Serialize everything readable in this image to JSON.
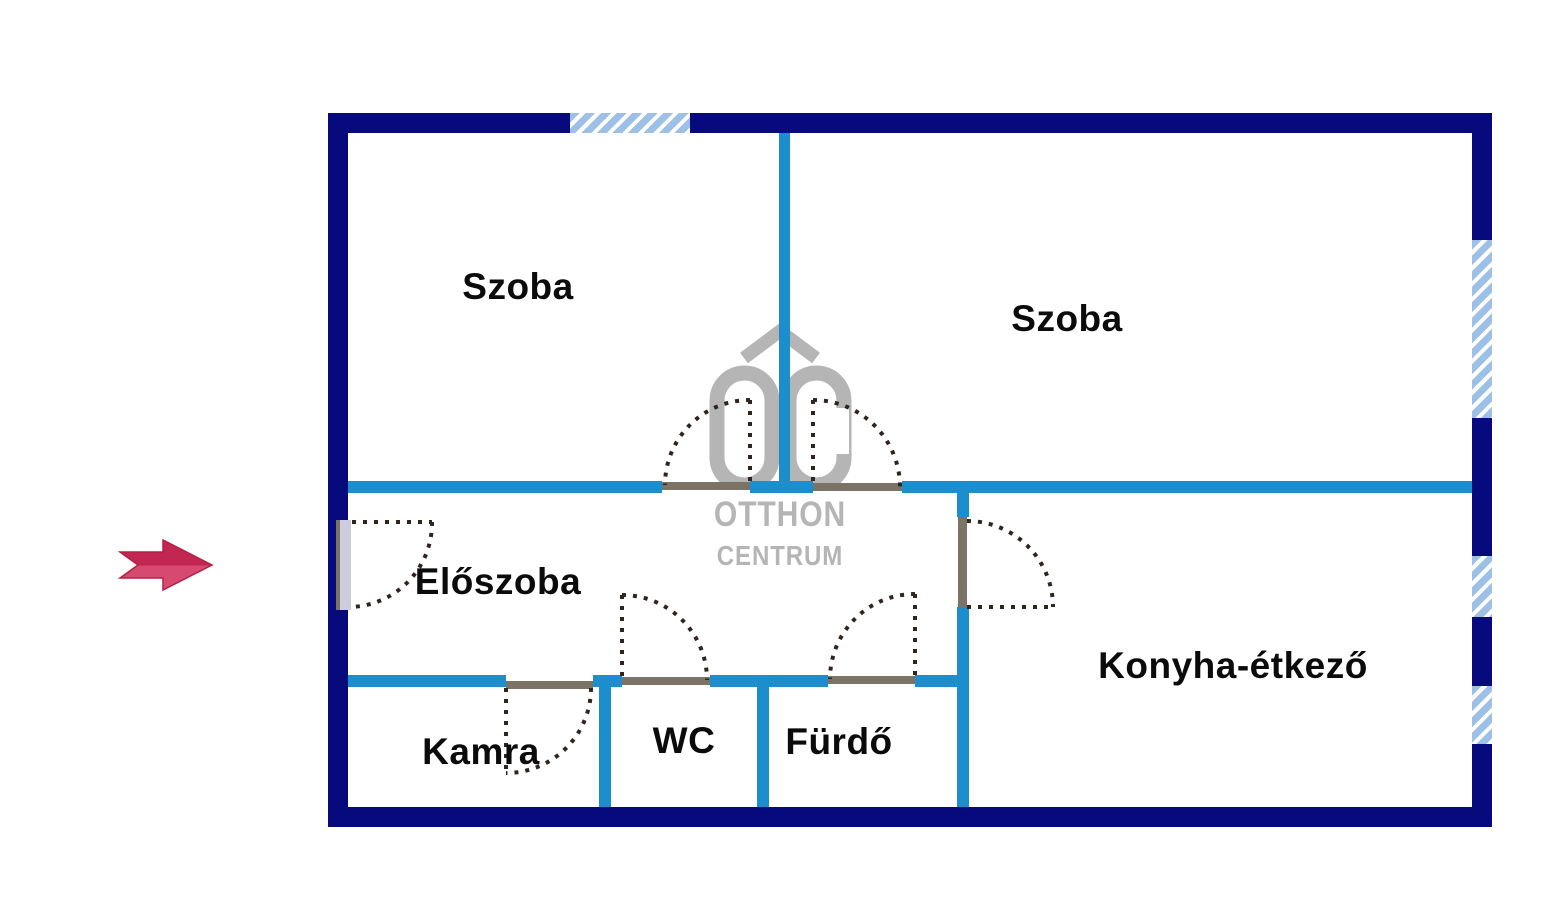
{
  "plan": {
    "rooms": {
      "szoba1": {
        "label": "Szoba"
      },
      "szoba2": {
        "label": "Szoba"
      },
      "eloszoba": {
        "label": "Előszoba"
      },
      "kamra": {
        "label": "Kamra"
      },
      "wc": {
        "label": "WC"
      },
      "furdo": {
        "label": "Fürdő"
      },
      "konyha": {
        "label": "Konyha-étkező"
      }
    },
    "watermark": {
      "monogram": "OC",
      "line1": "OTTHON",
      "line2": "CENTRUM"
    },
    "colors": {
      "outer_wall": "#070a7d",
      "inner_wall": "#1d8ecd",
      "window_fill": "#9dc0e6",
      "door_sill": "#7b7365",
      "door_swing_dots": "#2e2520",
      "entrance_leaf": "#cfccdf",
      "watermark_gray": "#b5b5b5",
      "arrow_red_top": "#c12750",
      "arrow_red_bottom": "#d54a6e",
      "label_text": "#0b0b0b"
    }
  }
}
